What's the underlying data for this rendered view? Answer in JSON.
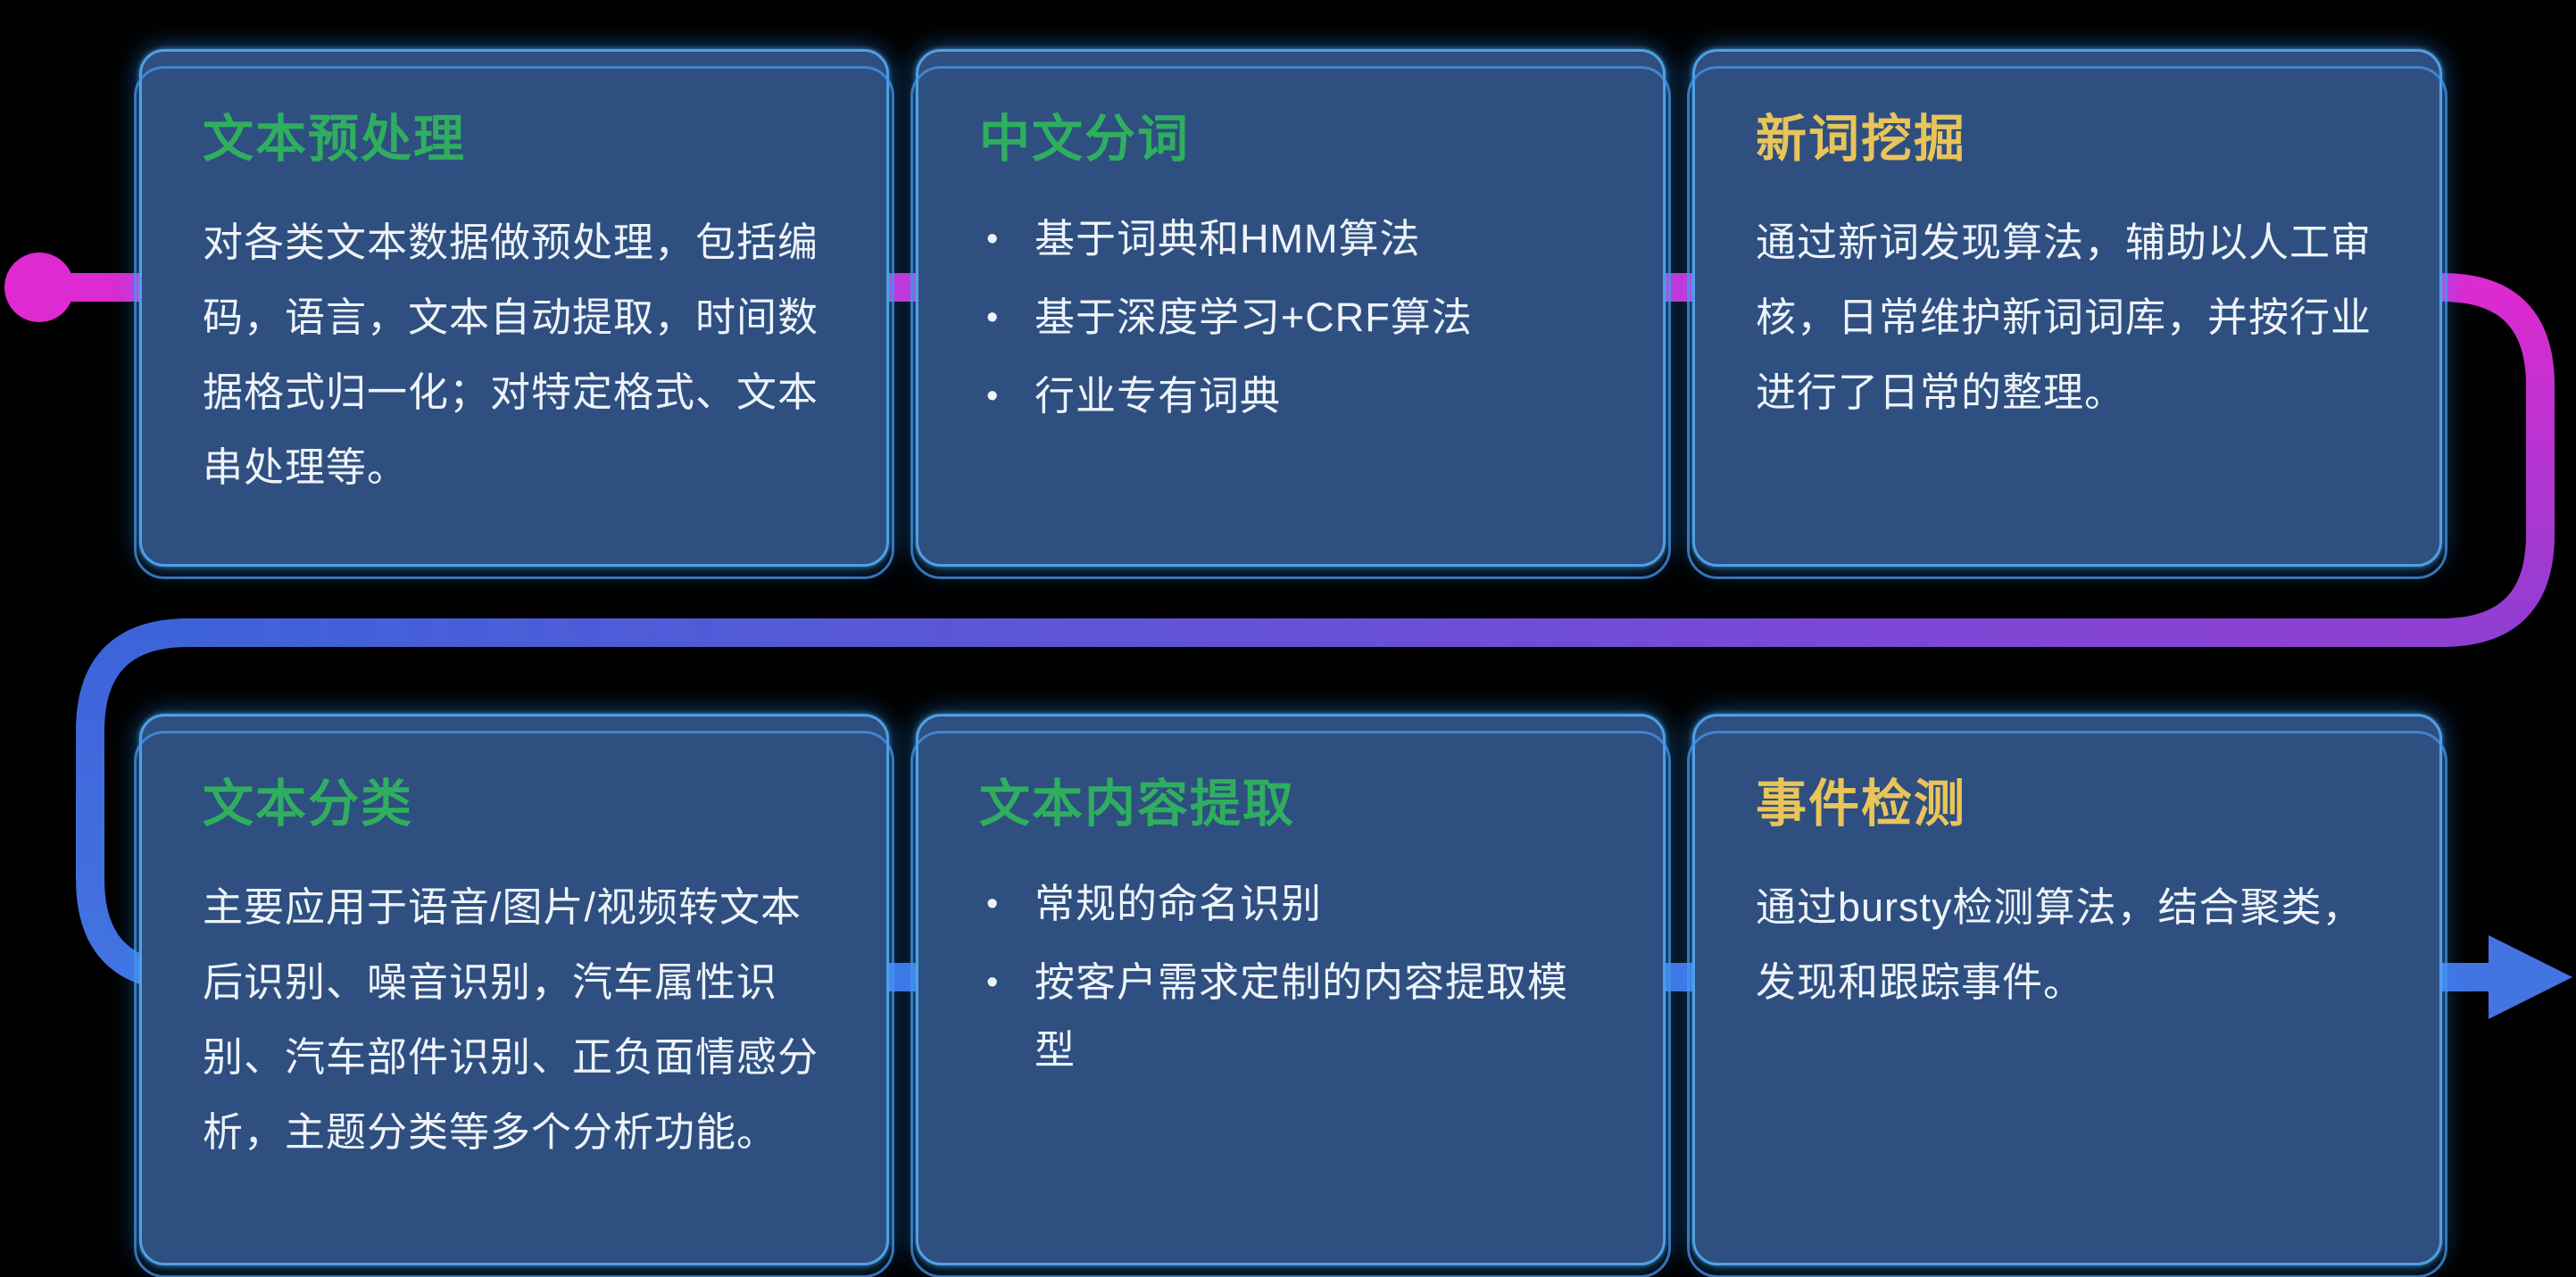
{
  "theme": {
    "card_bg": "#2e4f80",
    "card_border": "#4fa0e6",
    "title_green": "#2fae5f",
    "title_yellow": "#e9c45a",
    "line_magenta": "#dd2ad1",
    "line_purple": "#8f3ed2",
    "line_blue": "#3e63d9",
    "line_blue_bright": "#4374e2",
    "body_text": "#eef3f9"
  },
  "flow": {
    "start_marker": "dot",
    "end_marker": "arrow-right"
  },
  "cards": [
    {
      "title": "文本预处理",
      "color": "green",
      "body": "对各类文本数据做预处理，包括编码，语言，文本自动提取，时间数据格式归一化；对特定格式、文本串处理等。"
    },
    {
      "title": "中文分词",
      "color": "green",
      "items": [
        "基于词典和HMM算法",
        "基于深度学习+CRF算法",
        "行业专有词典"
      ]
    },
    {
      "title": "新词挖掘",
      "color": "yellow",
      "body": "通过新词发现算法，辅助以人工审核，日常维护新词词库，并按行业进行了日常的整理。"
    },
    {
      "title": "文本分类",
      "color": "green",
      "body": "主要应用于语音/图片/视频转文本后识别、噪音识别，汽车属性识别、汽车部件识别、正负面情感分析，主题分类等多个分析功能。"
    },
    {
      "title": "文本内容提取",
      "color": "green",
      "items": [
        "常规的命名识别",
        "按客户需求定制的内容提取模型"
      ]
    },
    {
      "title": "事件检测",
      "color": "yellow",
      "body": "通过bursty检测算法，结合聚类，发现和跟踪事件。"
    }
  ]
}
